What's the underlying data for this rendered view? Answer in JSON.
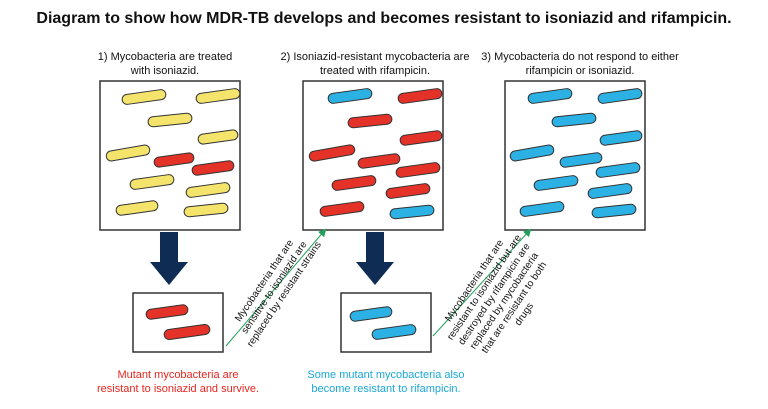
{
  "title": "Diagram to show how MDR-TB develops and becomes resistant to isoniazid and rifampicin.",
  "steps": [
    {
      "caption_line1": "1) Mycobacteria are treated",
      "caption_line2": "with isoniazid."
    },
    {
      "caption_line1": "2) Isoniazid-resistant mycobacteria are",
      "caption_line2": "treated with rifampicin."
    },
    {
      "caption_line1": "3) Mycobacteria do not respond to either",
      "caption_line2": "rifampicin or isoniazid."
    }
  ],
  "arrow_labels": [
    {
      "line1": "Mycobacteria that are",
      "line2": "sensitive to isoniazid are",
      "line3": "replaced by resistant strains"
    },
    {
      "line1": "Mycobacteria that are",
      "line2": "resistant to isoniazid but are",
      "line3": "destroyed by rifampicin are",
      "line4": "replaced by mycobacteria",
      "line5": "that are resistant to both",
      "line6": "drugs"
    }
  ],
  "mutants": [
    {
      "line1": "Mutant mycobacteria are",
      "line2": "resistant to isoniazid and survive.",
      "color": "#e8261f"
    },
    {
      "line1": "Some mutant mycobacteria also",
      "line2": "become resistant to rifampicin.",
      "color": "#1ba7d9"
    }
  ],
  "colors": {
    "yellow": "#f4e46c",
    "red": "#e53228",
    "blue": "#2bb1e3",
    "arrow": "#0f2c55",
    "green_arrow": "#22a05a"
  }
}
